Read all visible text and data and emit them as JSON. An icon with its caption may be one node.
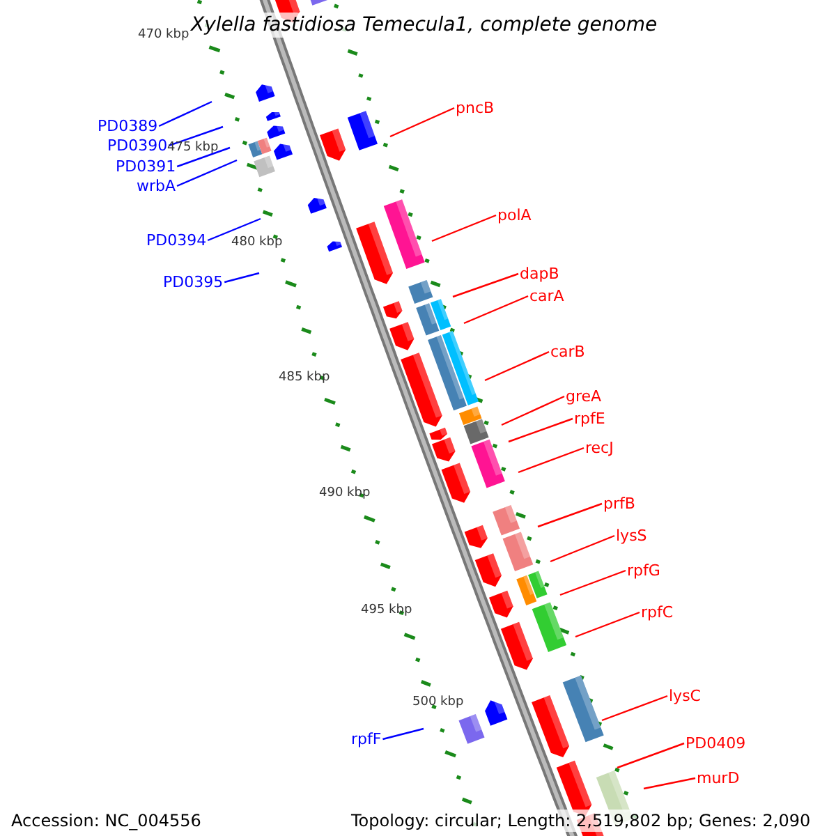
{
  "diagram": {
    "title": "Xylella fastidiosa Temecula1, complete genome",
    "nodes": [
      {
        "text": [
          "pncB"
        ]
      },
      {
        "text": [
          "PD0389"
        ]
      },
      {
        "text": [
          "PD0390"
        ]
      },
      {
        "text": [
          "PD0391"
        ]
      },
      {
        "text": [
          "wrbA"
        ]
      },
      {
        "text": [
          "polA"
        ]
      },
      {
        "text": [
          "PD0394"
        ]
      },
      {
        "text": [
          "dapB"
        ]
      },
      {
        "text": [
          "PD0395"
        ]
      },
      {
        "text": [
          "carA"
        ]
      },
      {
        "text": [
          "carB"
        ]
      },
      {
        "text": [
          "greA"
        ]
      },
      {
        "text": [
          "rpfE"
        ]
      },
      {
        "text": [
          "recJ"
        ]
      },
      {
        "text": [
          "prfB"
        ]
      },
      {
        "text": [
          "lysS"
        ]
      },
      {
        "text": [
          "rpfG"
        ]
      },
      {
        "text": [
          "rpfC"
        ]
      },
      {
        "text": [
          "lysC"
        ]
      },
      {
        "text": [
          "rpfF"
        ]
      },
      {
        "text": [
          "PD0409"
        ]
      },
      {
        "text": [
          "murD"
        ]
      }
    ],
    "edges": [
      {
        "from": 0,
        "to": null,
        "arrow": "none"
      },
      {
        "from": 1,
        "to": null,
        "arrow": "none",
        "color": "#0000ff"
      },
      {
        "from": 2,
        "to": null,
        "arrow": "none",
        "color": "#0000ff"
      },
      {
        "from": 3,
        "to": null,
        "arrow": "none",
        "color": "#0000ff"
      },
      {
        "from": 4,
        "to": null,
        "arrow": "none",
        "color": "#0000ff"
      },
      {
        "from": 5,
        "to": null,
        "arrow": "none"
      },
      {
        "from": 6,
        "to": null,
        "arrow": "none",
        "color": "#0000ff"
      },
      {
        "from": 7,
        "to": null,
        "arrow": "none"
      },
      {
        "from": 8,
        "to": null,
        "arrow": "none",
        "color": "#0000ff"
      },
      {
        "from": 9,
        "to": null,
        "arrow": "none"
      },
      {
        "from": 10,
        "to": null,
        "arrow": "none"
      },
      {
        "from": 11,
        "to": null,
        "arrow": "none"
      },
      {
        "from": 12,
        "to": null,
        "arrow": "none"
      },
      {
        "from": 13,
        "to": null,
        "arrow": "none"
      },
      {
        "from": 14,
        "to": null,
        "arrow": "none"
      },
      {
        "from": 15,
        "to": null,
        "arrow": "none"
      },
      {
        "from": 16,
        "to": null,
        "arrow": "none"
      },
      {
        "from": 17,
        "to": null,
        "arrow": "none"
      },
      {
        "from": 18,
        "to": null,
        "arrow": "none"
      },
      {
        "from": 19,
        "to": null,
        "arrow": "none",
        "color": "#0000ff"
      },
      {
        "from": 20,
        "to": null,
        "arrow": "none"
      },
      {
        "from": 21,
        "to": null,
        "arrow": "none"
      }
    ],
    "labels": [
      "470 kbp",
      "475 kbp",
      "480 kbp",
      "485 kbp",
      "490 kbp",
      "495 kbp",
      "500 kbp",
      "Accession: NC_004556",
      "Topology: circular; Length: 2,519,802 bp; Genes: 2,090"
    ]
  }
}
